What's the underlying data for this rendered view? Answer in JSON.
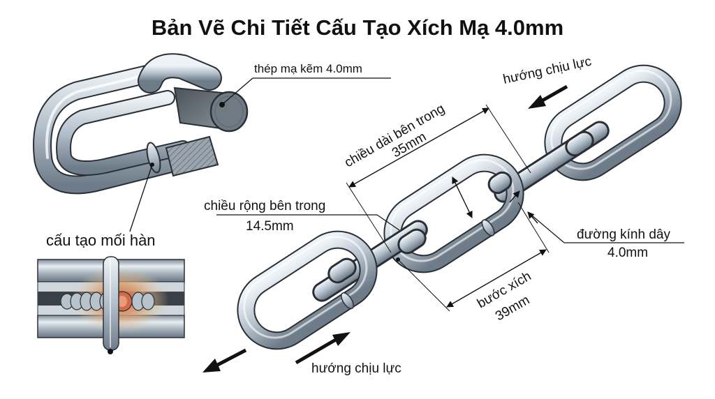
{
  "title": "Bản Vẽ Chi Tiết Cấu Tạo Xích Mạ 4.0mm",
  "labels": {
    "material": "thép mạ kẽm 4.0mm",
    "weld_section": "cấu tạo mối hàn",
    "inner_length": "chiều dài bên trong",
    "inner_length_value": "35mm",
    "inner_width": "chiều rộng bên trong",
    "inner_width_value": "14.5mm",
    "wire_diameter": "đường kính dây",
    "wire_diameter_value": "4.0mm",
    "pitch": "bước xích",
    "pitch_value": "39mm",
    "force_direction_top": "hướng chịu lực",
    "force_direction_bottom": "hướng chịu lực"
  },
  "colors": {
    "steel_dark": "#6e7c89",
    "steel_mid": "#b3bfca",
    "steel_light": "#eef3f7",
    "weld_hot": "#d2694a",
    "outline": "#2a2f36"
  }
}
